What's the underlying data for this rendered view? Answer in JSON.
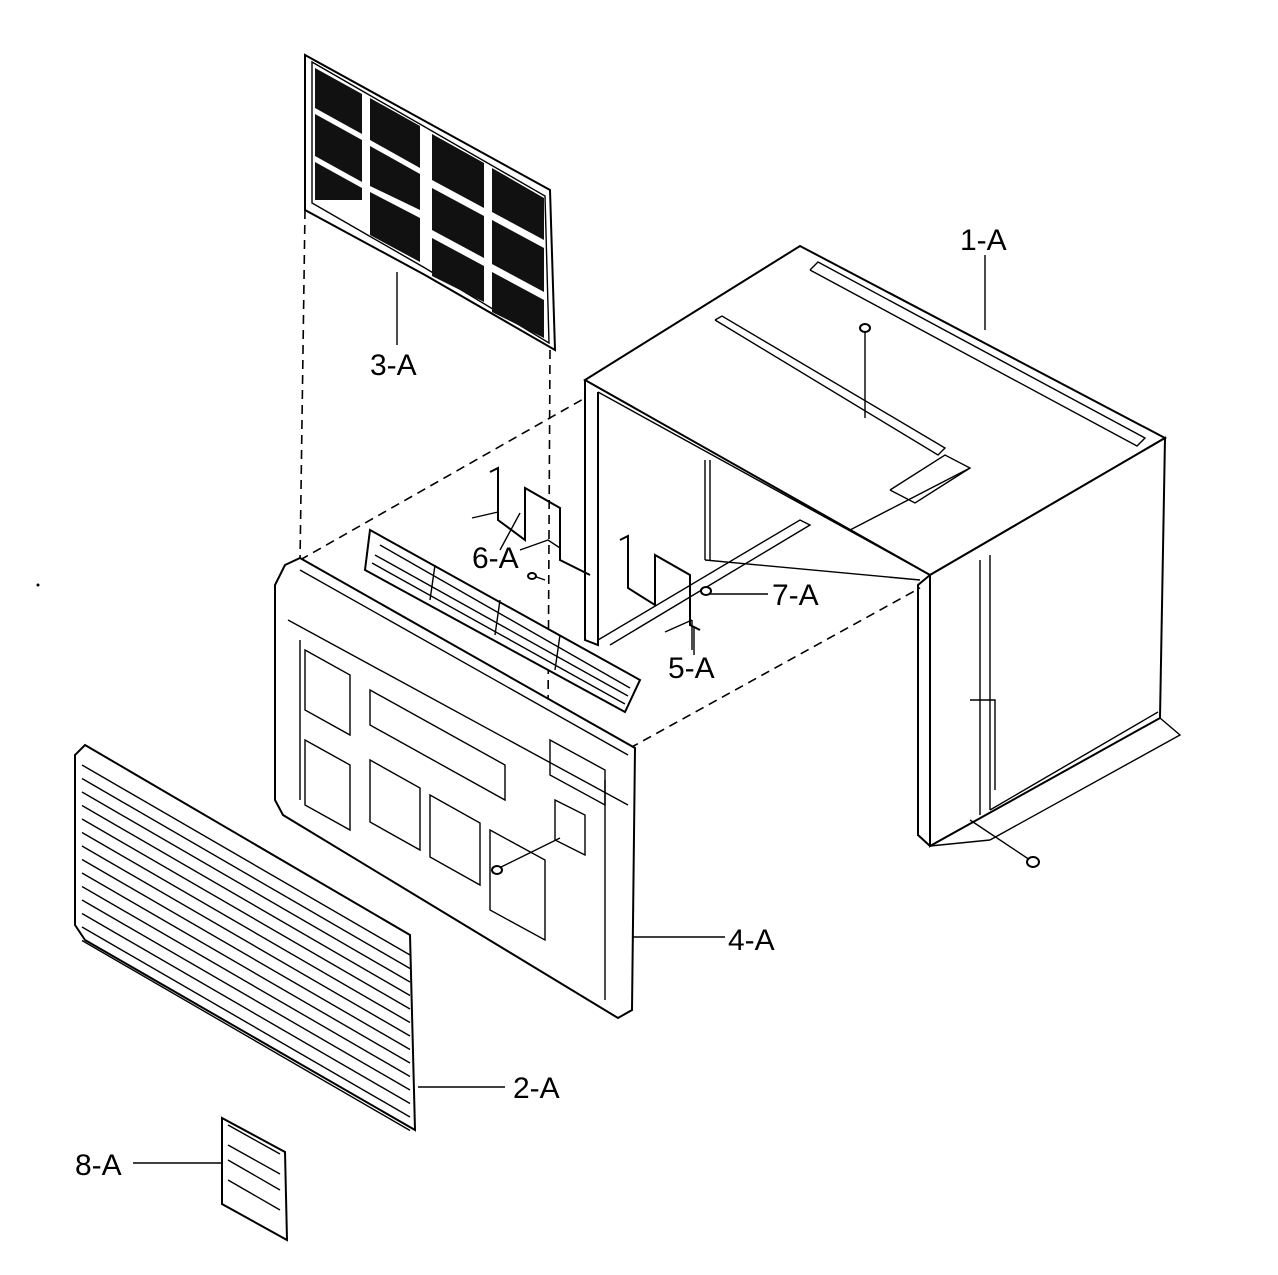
{
  "parts": [
    {
      "id": "cabinet",
      "label": "1-A"
    },
    {
      "id": "front-grille",
      "label": "2-A"
    },
    {
      "id": "air-filter",
      "label": "3-A"
    },
    {
      "id": "front-frame",
      "label": "4-A"
    },
    {
      "id": "bracket-right",
      "label": "5-A"
    },
    {
      "id": "bracket-left",
      "label": "6-A"
    },
    {
      "id": "screw",
      "label": "7-A"
    },
    {
      "id": "nameplate",
      "label": "8-A"
    }
  ]
}
